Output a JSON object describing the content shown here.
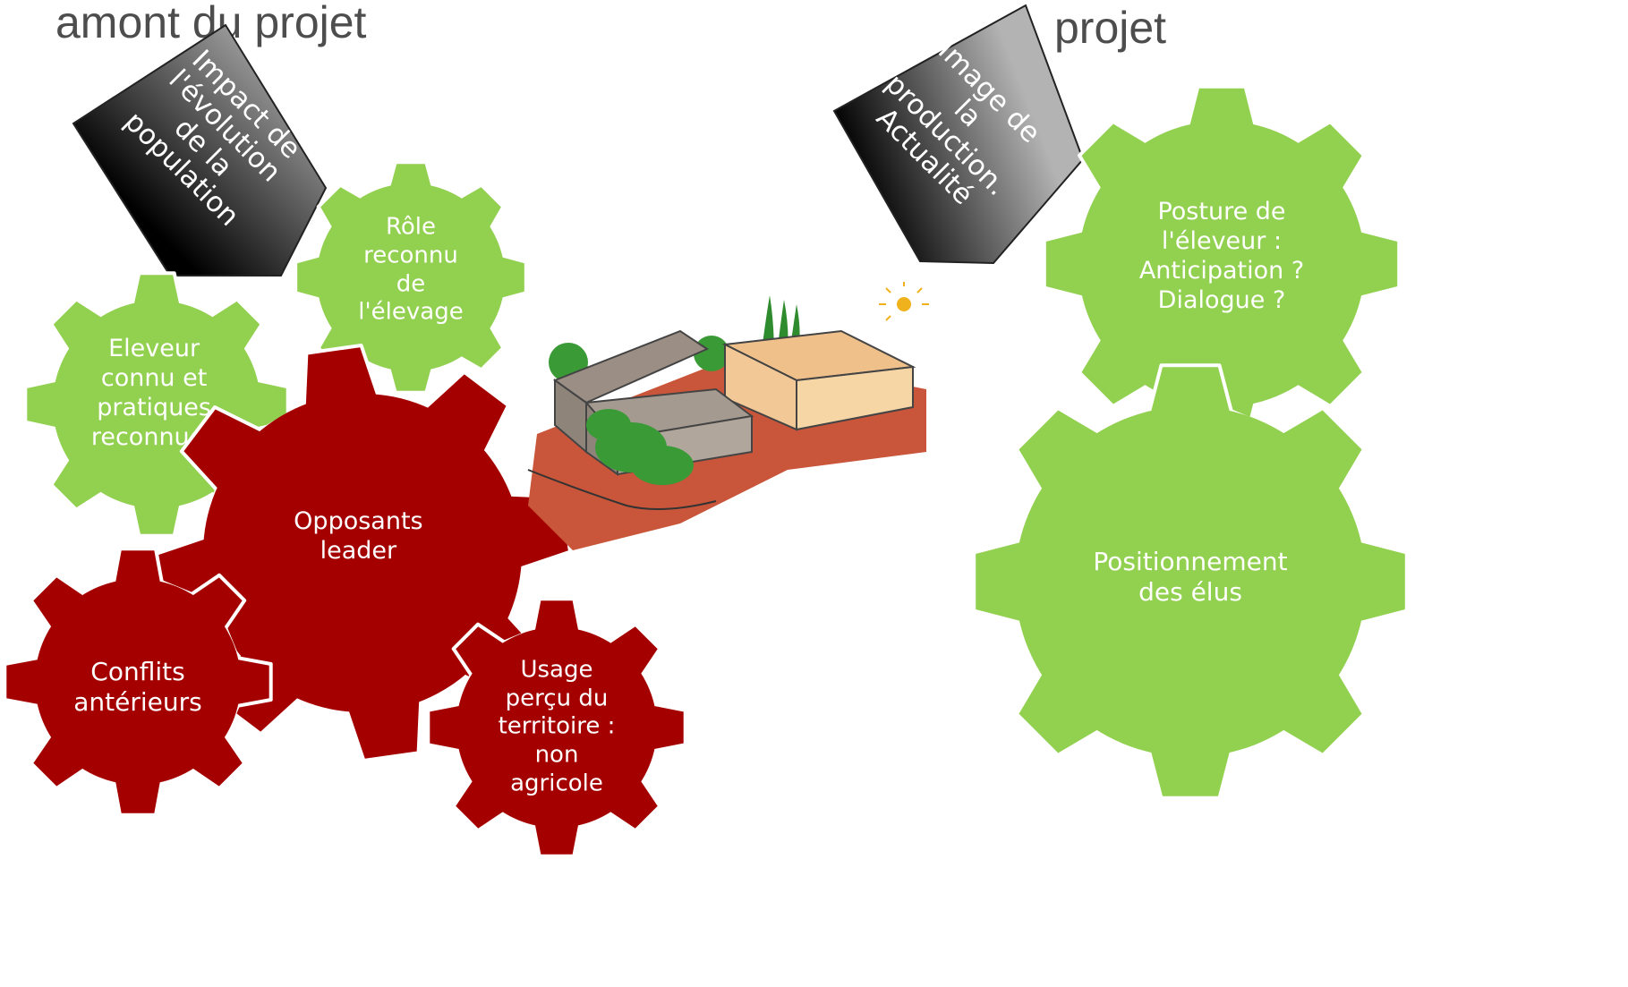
{
  "headings": {
    "left": "amont du projet",
    "right": "projet"
  },
  "callouts": [
    {
      "id": "population",
      "lines": "Impact de\nl'évolution\nde la\npopulation"
    },
    {
      "id": "production",
      "lines": "Image de la\nproduction.\nActualité"
    }
  ],
  "gears": {
    "role": {
      "label": "Rôle\nreconnu\nde\nl'élevage",
      "color": "#92d050"
    },
    "eleveur": {
      "label": "Eleveur\nconnu et\npratiques\nreconnues",
      "color": "#92d050"
    },
    "opposants": {
      "label": "Opposants\nleader",
      "color": "#a50000"
    },
    "conflits": {
      "label": "Conflits\nantérieurs",
      "color": "#a50000"
    },
    "usage": {
      "label": "Usage\nperçu du\nterritoire :\nnon\nagricole",
      "color": "#a50000"
    },
    "posture": {
      "label": "Posture de\nl'éleveur :\nAnticipation ?\nDialogue ?",
      "color": "#92d050"
    },
    "positionnement": {
      "label": "Positionnement\ndes élus",
      "color": "#92d050"
    }
  },
  "colors": {
    "green_gear": "#92d050",
    "red_gear": "#a50000",
    "heading_text": "#4d4d4d",
    "callout_dark": "#000000",
    "callout_light": "#b3b3b3"
  },
  "illustration": {
    "icon": "farm-buildings-sketch-icon"
  }
}
